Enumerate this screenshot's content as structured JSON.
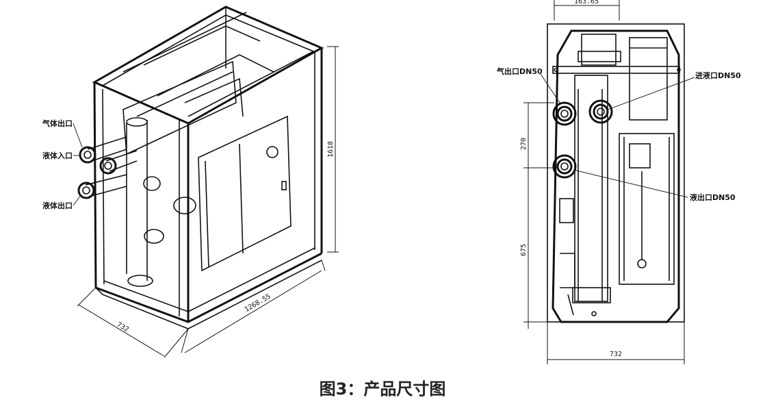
{
  "caption": "图3：产品尺寸图",
  "iso_view": {
    "labels": {
      "gas_inlet": "气体出口",
      "liquid_inlet": "液体入口",
      "liquid_outlet": "液体出口"
    },
    "dims": {
      "height": "1618",
      "width": "1268.55",
      "depth": "732"
    }
  },
  "front_view": {
    "labels": {
      "gas_outlet": "气出口DN50",
      "liquid_return": "进液口DN50",
      "liquid_out": "液出口DN50"
    },
    "dims": {
      "top": "163.65",
      "upper": "270",
      "lower": "675",
      "bottom": "732"
    }
  }
}
